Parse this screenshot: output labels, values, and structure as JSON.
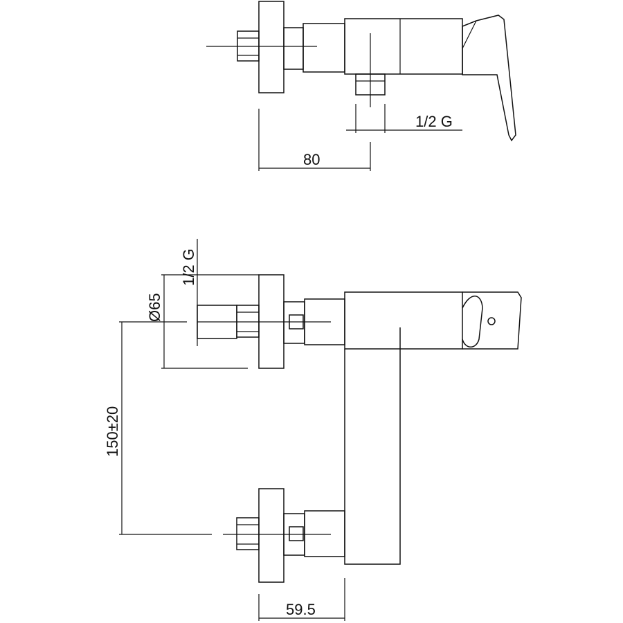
{
  "drawing": {
    "dimensions": {
      "top_width": "80",
      "top_thread": "1/2 G",
      "bottom_width": "59.5",
      "center_distance": "150±20",
      "escutcheon_diameter": "Ø65",
      "side_thread": "1/2 G"
    }
  }
}
